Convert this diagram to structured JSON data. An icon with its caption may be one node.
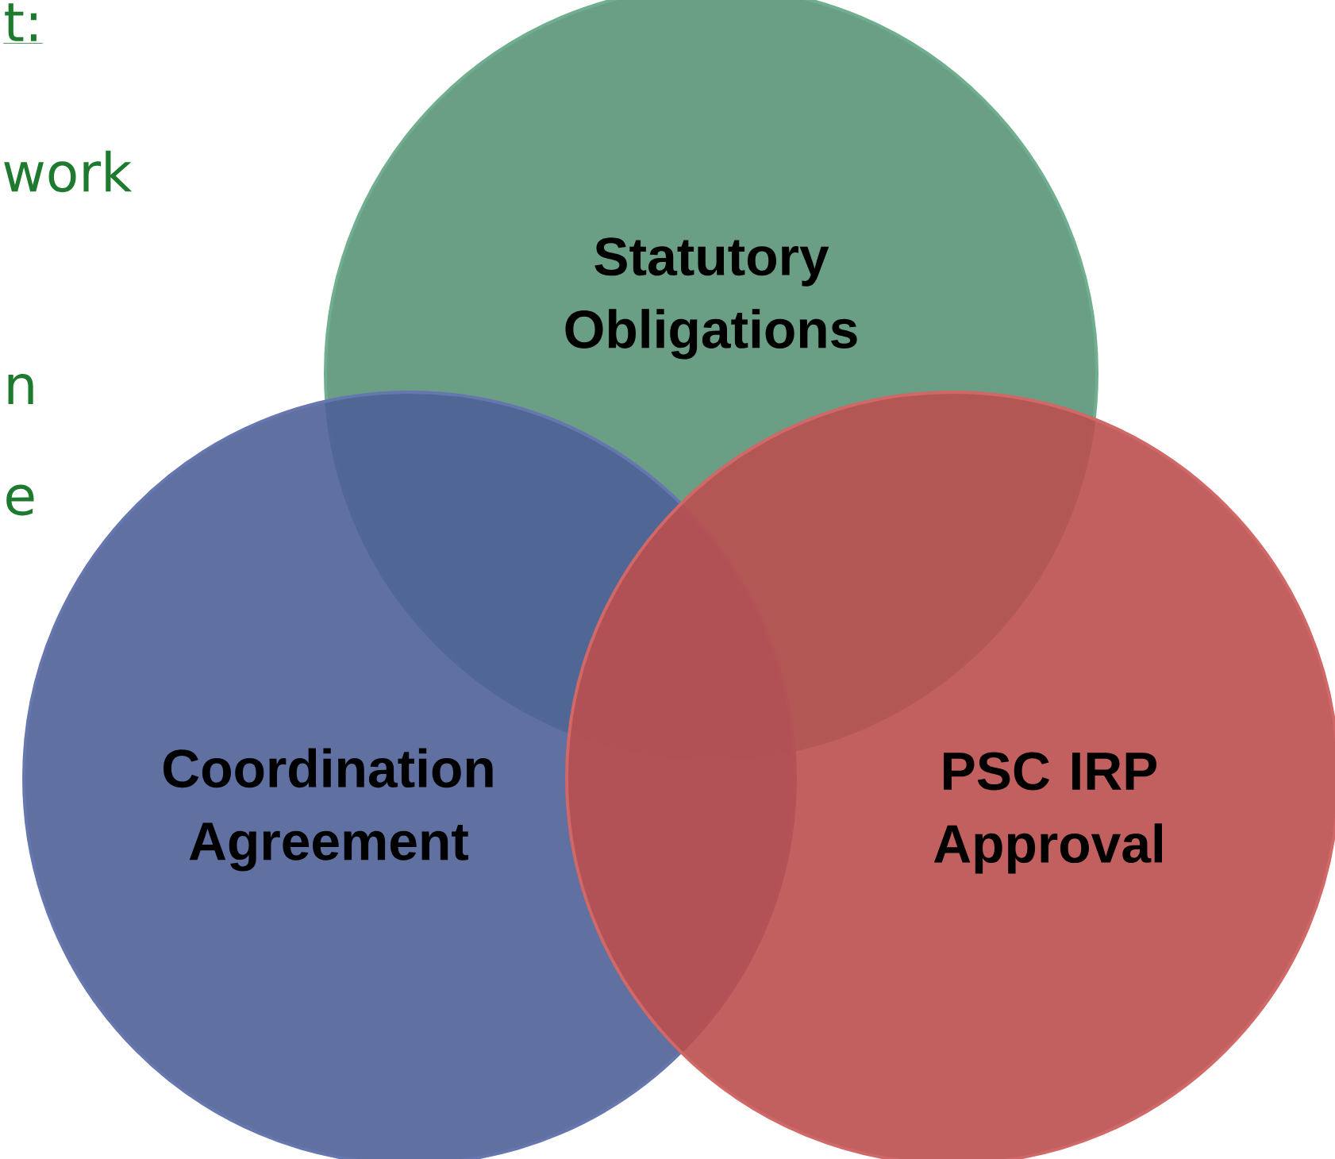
{
  "diagram": {
    "nodes": [
      {
        "text": [
          "Statutory Obligations"
        ]
      },
      {
        "text": [
          "Coordination Agreement"
        ]
      },
      {
        "text": [
          "PSC IRP Approval"
        ]
      }
    ],
    "labels": [
      "t:",
      "work",
      "n",
      "e"
    ]
  }
}
